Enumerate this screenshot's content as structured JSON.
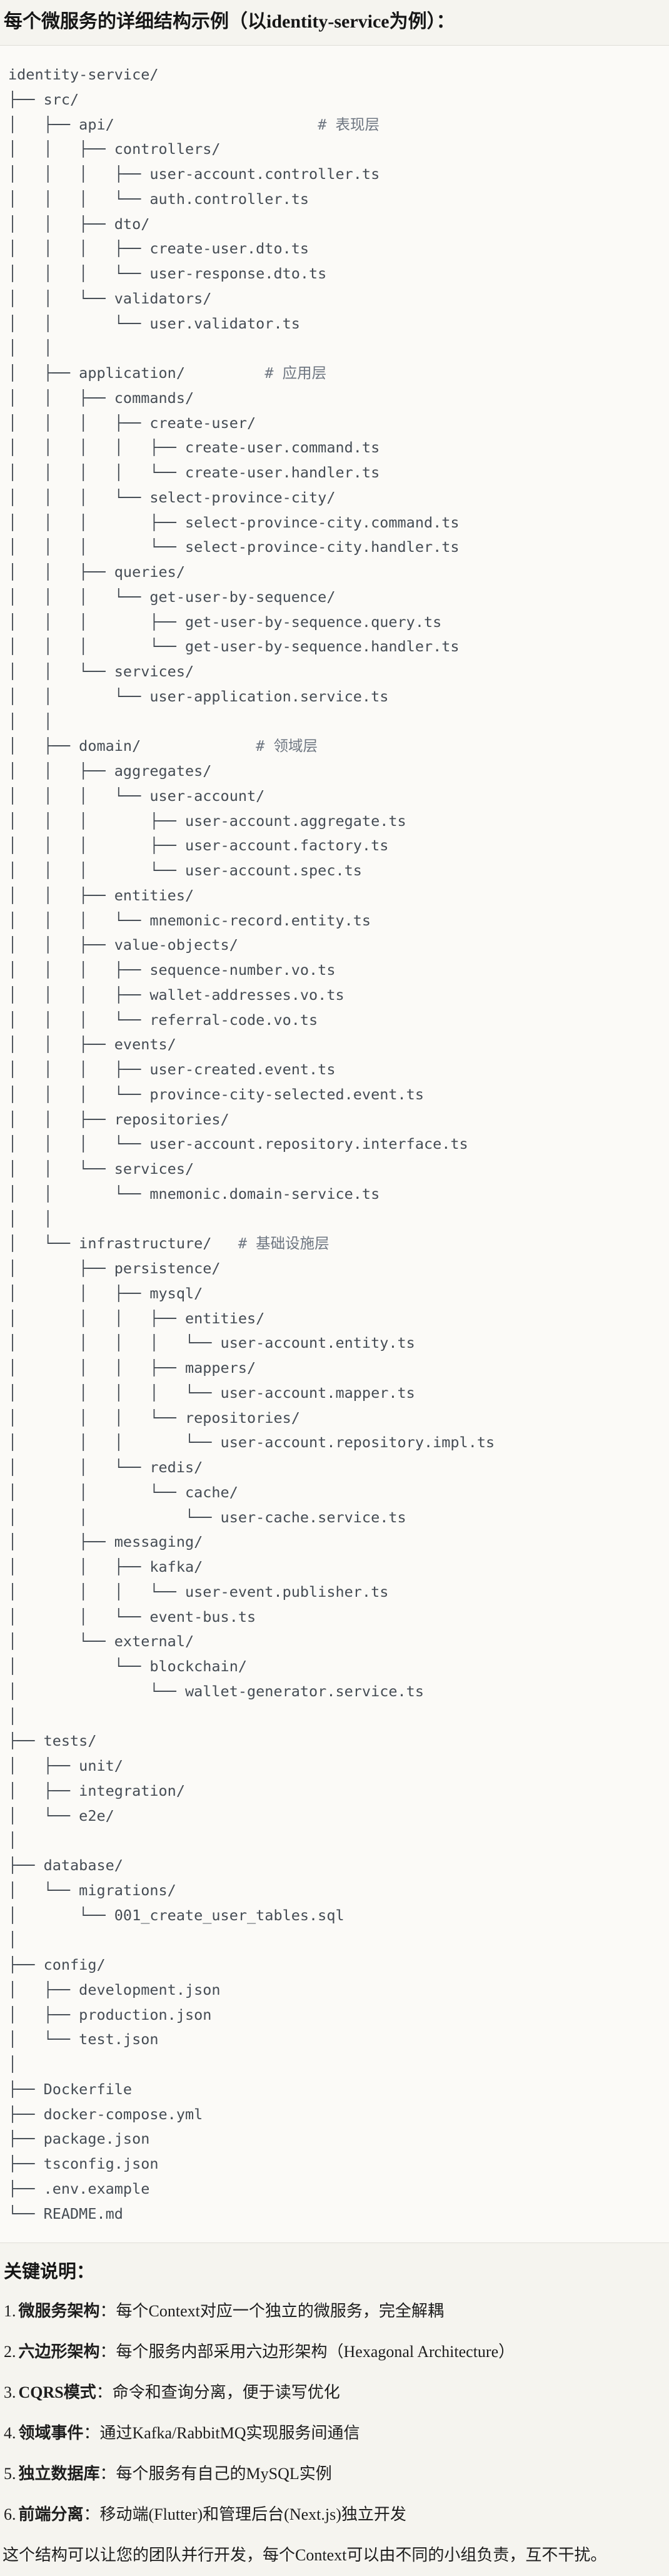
{
  "header": {
    "title": "每个微服务的详细结构示例（以identity-service为例）："
  },
  "tree": {
    "lines": [
      {
        "text": "identity-service/"
      },
      {
        "text": "├── src/"
      },
      {
        "text": "│   ├── api/                       ",
        "comment": "# 表现层"
      },
      {
        "text": "│   │   ├── controllers/"
      },
      {
        "text": "│   │   │   ├── user-account.controller.ts"
      },
      {
        "text": "│   │   │   └── auth.controller.ts"
      },
      {
        "text": "│   │   ├── dto/"
      },
      {
        "text": "│   │   │   ├── create-user.dto.ts"
      },
      {
        "text": "│   │   │   └── user-response.dto.ts"
      },
      {
        "text": "│   │   └── validators/"
      },
      {
        "text": "│   │       └── user.validator.ts"
      },
      {
        "text": "│   │"
      },
      {
        "text": "│   ├── application/         ",
        "comment": "# 应用层"
      },
      {
        "text": "│   │   ├── commands/"
      },
      {
        "text": "│   │   │   ├── create-user/"
      },
      {
        "text": "│   │   │   │   ├── create-user.command.ts"
      },
      {
        "text": "│   │   │   │   └── create-user.handler.ts"
      },
      {
        "text": "│   │   │   └── select-province-city/"
      },
      {
        "text": "│   │   │       ├── select-province-city.command.ts"
      },
      {
        "text": "│   │   │       └── select-province-city.handler.ts"
      },
      {
        "text": "│   │   ├── queries/"
      },
      {
        "text": "│   │   │   └── get-user-by-sequence/"
      },
      {
        "text": "│   │   │       ├── get-user-by-sequence.query.ts"
      },
      {
        "text": "│   │   │       └── get-user-by-sequence.handler.ts"
      },
      {
        "text": "│   │   └── services/"
      },
      {
        "text": "│   │       └── user-application.service.ts"
      },
      {
        "text": "│   │"
      },
      {
        "text": "│   ├── domain/             ",
        "comment": "# 领域层"
      },
      {
        "text": "│   │   ├── aggregates/"
      },
      {
        "text": "│   │   │   └── user-account/"
      },
      {
        "text": "│   │   │       ├── user-account.aggregate.ts"
      },
      {
        "text": "│   │   │       ├── user-account.factory.ts"
      },
      {
        "text": "│   │   │       └── user-account.spec.ts"
      },
      {
        "text": "│   │   ├── entities/"
      },
      {
        "text": "│   │   │   └── mnemonic-record.entity.ts"
      },
      {
        "text": "│   │   ├── value-objects/"
      },
      {
        "text": "│   │   │   ├── sequence-number.vo.ts"
      },
      {
        "text": "│   │   │   ├── wallet-addresses.vo.ts"
      },
      {
        "text": "│   │   │   └── referral-code.vo.ts"
      },
      {
        "text": "│   │   ├── events/"
      },
      {
        "text": "│   │   │   ├── user-created.event.ts"
      },
      {
        "text": "│   │   │   └── province-city-selected.event.ts"
      },
      {
        "text": "│   │   ├── repositories/"
      },
      {
        "text": "│   │   │   └── user-account.repository.interface.ts"
      },
      {
        "text": "│   │   └── services/"
      },
      {
        "text": "│   │       └── mnemonic.domain-service.ts"
      },
      {
        "text": "│   │"
      },
      {
        "text": "│   └── infrastructure/   ",
        "comment": "# 基础设施层"
      },
      {
        "text": "│       ├── persistence/"
      },
      {
        "text": "│       │   ├── mysql/"
      },
      {
        "text": "│       │   │   ├── entities/"
      },
      {
        "text": "│       │   │   │   └── user-account.entity.ts"
      },
      {
        "text": "│       │   │   ├── mappers/"
      },
      {
        "text": "│       │   │   │   └── user-account.mapper.ts"
      },
      {
        "text": "│       │   │   └── repositories/"
      },
      {
        "text": "│       │   │       └── user-account.repository.impl.ts"
      },
      {
        "text": "│       │   └── redis/"
      },
      {
        "text": "│       │       └── cache/"
      },
      {
        "text": "│       │           └── user-cache.service.ts"
      },
      {
        "text": "│       ├── messaging/"
      },
      {
        "text": "│       │   ├── kafka/"
      },
      {
        "text": "│       │   │   └── user-event.publisher.ts"
      },
      {
        "text": "│       │   └── event-bus.ts"
      },
      {
        "text": "│       └── external/"
      },
      {
        "text": "│           └── blockchain/"
      },
      {
        "text": "│               └── wallet-generator.service.ts"
      },
      {
        "text": "│"
      },
      {
        "text": "├── tests/"
      },
      {
        "text": "│   ├── unit/"
      },
      {
        "text": "│   ├── integration/"
      },
      {
        "text": "│   └── e2e/"
      },
      {
        "text": "│"
      },
      {
        "text": "├── database/"
      },
      {
        "text": "│   └── migrations/"
      },
      {
        "text": "│       └── 001_create_user_tables.sql"
      },
      {
        "text": "│"
      },
      {
        "text": "├── config/"
      },
      {
        "text": "│   ├── development.json"
      },
      {
        "text": "│   ├── production.json"
      },
      {
        "text": "│   └── test.json"
      },
      {
        "text": "│"
      },
      {
        "text": "├── Dockerfile"
      },
      {
        "text": "├── docker-compose.yml"
      },
      {
        "text": "├── package.json"
      },
      {
        "text": "├── tsconfig.json"
      },
      {
        "text": "├── .env.example"
      },
      {
        "text": "└── README.md"
      }
    ]
  },
  "notes": {
    "heading": "关键说明：",
    "items": [
      {
        "num": "1.",
        "term": "微服务架构",
        "desc": "：每个Context对应一个独立的微服务，完全解耦"
      },
      {
        "num": "2.",
        "term": "六边形架构",
        "desc": "：每个服务内部采用六边形架构（Hexagonal Architecture）"
      },
      {
        "num": "3.",
        "term": "CQRS模式",
        "desc": "：命令和查询分离，便于读写优化"
      },
      {
        "num": "4.",
        "term": "领域事件",
        "desc": "：通过Kafka/RabbitMQ实现服务间通信"
      },
      {
        "num": "5.",
        "term": "独立数据库",
        "desc": "：每个服务有自己的MySQL实例"
      },
      {
        "num": "6.",
        "term": "前端分离",
        "desc": "：移动端(Flutter)和管理后台(Next.js)独立开发"
      }
    ],
    "footer": "这个结构可以让您的团队并行开发，每个Context可以由不同的小组负责，互不干扰。"
  },
  "colors": {
    "page_bg": "#f5f4ef",
    "code_bg": "#fbfaf7",
    "code_border": "#dfded8",
    "code_text": "#454c54",
    "comment_text": "#6e7681",
    "heading_text": "#161616",
    "body_text": "#1d1d1d"
  }
}
